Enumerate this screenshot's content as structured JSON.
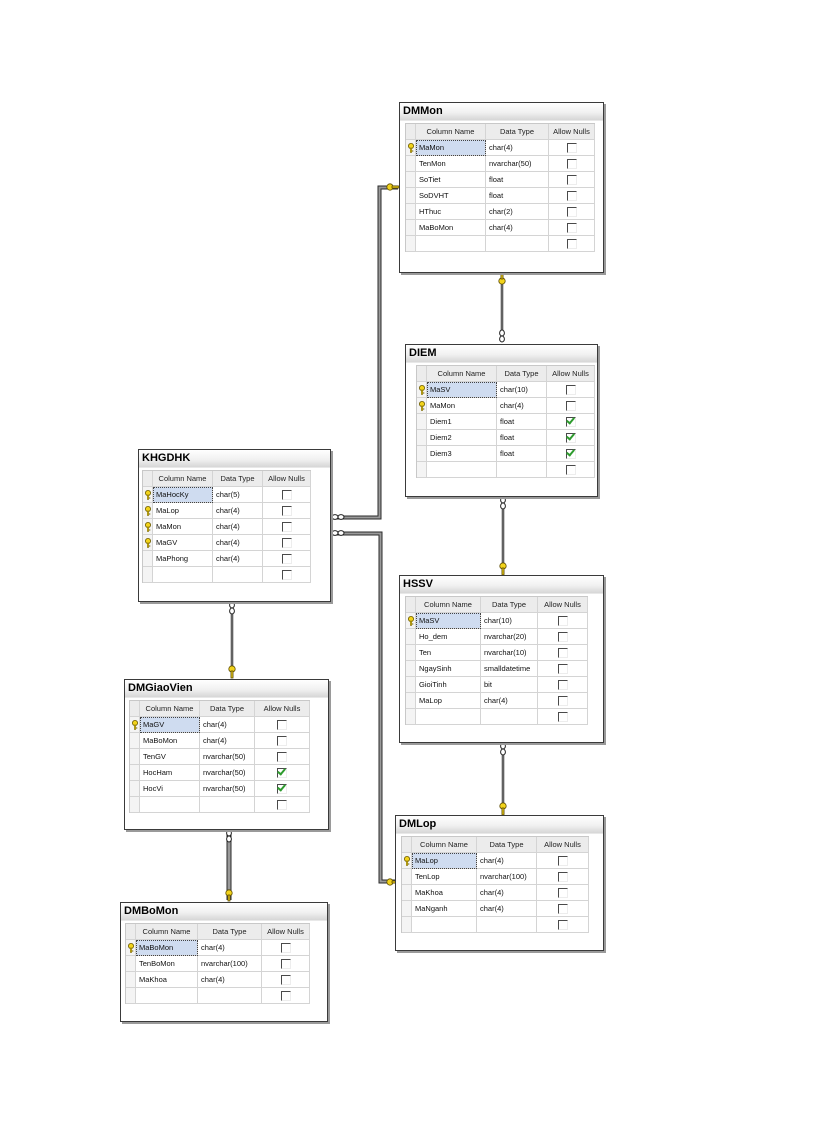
{
  "header": {
    "column_name": "Column Name",
    "data_type": "Data Type",
    "allow_nulls": "Allow Nulls"
  },
  "colors": {
    "key": "#f2d31b",
    "selection": "#cfdcf0",
    "check": "#2e9b2e"
  },
  "tables": {
    "dmmon": {
      "title": "DMMon",
      "rows": [
        {
          "name": "MaMon",
          "type": "char(4)",
          "nulls": false,
          "pk": true
        },
        {
          "name": "TenMon",
          "type": "nvarchar(50)",
          "nulls": false,
          "pk": false
        },
        {
          "name": "SoTiet",
          "type": "float",
          "nulls": false,
          "pk": false
        },
        {
          "name": "SoDVHT",
          "type": "float",
          "nulls": false,
          "pk": false
        },
        {
          "name": "HThuc",
          "type": "char(2)",
          "nulls": false,
          "pk": false
        },
        {
          "name": "MaBoMon",
          "type": "char(4)",
          "nulls": false,
          "pk": false
        }
      ]
    },
    "diem": {
      "title": "DIEM",
      "rows": [
        {
          "name": "MaSV",
          "type": "char(10)",
          "nulls": false,
          "pk": true
        },
        {
          "name": "MaMon",
          "type": "char(4)",
          "nulls": false,
          "pk": true
        },
        {
          "name": "Diem1",
          "type": "float",
          "nulls": true,
          "pk": false
        },
        {
          "name": "Diem2",
          "type": "float",
          "nulls": true,
          "pk": false
        },
        {
          "name": "Diem3",
          "type": "float",
          "nulls": true,
          "pk": false
        }
      ]
    },
    "khgdhk": {
      "title": "KHGDHK",
      "rows": [
        {
          "name": "MaHocKy",
          "type": "char(5)",
          "nulls": false,
          "pk": true
        },
        {
          "name": "MaLop",
          "type": "char(4)",
          "nulls": false,
          "pk": true
        },
        {
          "name": "MaMon",
          "type": "char(4)",
          "nulls": false,
          "pk": true
        },
        {
          "name": "MaGV",
          "type": "char(4)",
          "nulls": false,
          "pk": true
        },
        {
          "name": "MaPhong",
          "type": "char(4)",
          "nulls": false,
          "pk": false
        }
      ]
    },
    "hssv": {
      "title": "HSSV",
      "rows": [
        {
          "name": "MaSV",
          "type": "char(10)",
          "nulls": false,
          "pk": true
        },
        {
          "name": "Ho_dem",
          "type": "nvarchar(20)",
          "nulls": false,
          "pk": false
        },
        {
          "name": "Ten",
          "type": "nvarchar(10)",
          "nulls": false,
          "pk": false
        },
        {
          "name": "NgaySinh",
          "type": "smalldatetime",
          "nulls": false,
          "pk": false
        },
        {
          "name": "GioiTinh",
          "type": "bit",
          "nulls": false,
          "pk": false
        },
        {
          "name": "MaLop",
          "type": "char(4)",
          "nulls": false,
          "pk": false
        }
      ]
    },
    "dmgiaovien": {
      "title": "DMGiaoVien",
      "rows": [
        {
          "name": "MaGV",
          "type": "char(4)",
          "nulls": false,
          "pk": true
        },
        {
          "name": "MaBoMon",
          "type": "char(4)",
          "nulls": false,
          "pk": false
        },
        {
          "name": "TenGV",
          "type": "nvarchar(50)",
          "nulls": false,
          "pk": false
        },
        {
          "name": "HocHam",
          "type": "nvarchar(50)",
          "nulls": true,
          "pk": false
        },
        {
          "name": "HocVi",
          "type": "nvarchar(50)",
          "nulls": true,
          "pk": false
        }
      ]
    },
    "dmlop": {
      "title": "DMLop",
      "rows": [
        {
          "name": "MaLop",
          "type": "char(4)",
          "nulls": false,
          "pk": true
        },
        {
          "name": "TenLop",
          "type": "nvarchar(100)",
          "nulls": false,
          "pk": false
        },
        {
          "name": "MaKhoa",
          "type": "char(4)",
          "nulls": false,
          "pk": false
        },
        {
          "name": "MaNganh",
          "type": "char(4)",
          "nulls": false,
          "pk": false
        }
      ]
    },
    "dmbomon": {
      "title": "DMBoMon",
      "rows": [
        {
          "name": "MaBoMon",
          "type": "char(4)",
          "nulls": false,
          "pk": true
        },
        {
          "name": "TenBoMon",
          "type": "nvarchar(100)",
          "nulls": false,
          "pk": false
        },
        {
          "name": "MaKhoa",
          "type": "char(4)",
          "nulls": false,
          "pk": false
        }
      ]
    }
  },
  "relationships": [
    {
      "from": "dmmon",
      "to": "diem"
    },
    {
      "from": "hssv",
      "to": "diem"
    },
    {
      "from": "dmmon",
      "to": "khgdhk"
    },
    {
      "from": "dmlop",
      "to": "khgdhk"
    },
    {
      "from": "dmgiaovien",
      "to": "khgdhk"
    },
    {
      "from": "dmbomon",
      "to": "dmgiaovien"
    },
    {
      "from": "dmlop",
      "to": "hssv"
    }
  ]
}
